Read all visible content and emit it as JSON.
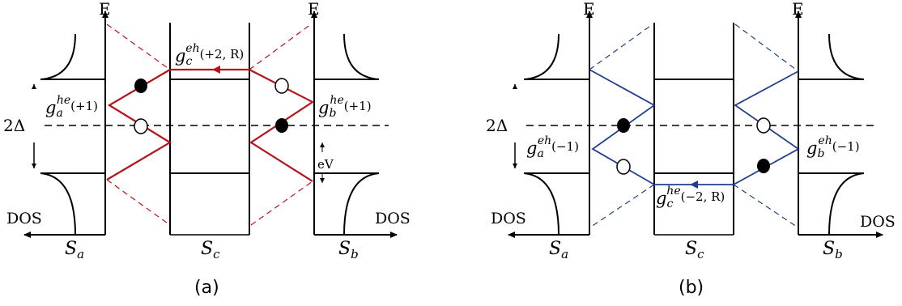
{
  "colors": {
    "red": "#b4141a",
    "blue": "#1f3f8c",
    "black": "#000000"
  },
  "a": {
    "energy_left": "E",
    "energy_right": "E",
    "dos_left": "DOS",
    "dos_right": "DOS",
    "gap": "2Δ",
    "ev": "eV",
    "sa": "S",
    "sa_sub": "a",
    "sc": "S",
    "sc_sub": "c",
    "sb": "S",
    "sb_sub": "b",
    "ga": "g",
    "ga_sub": "a",
    "ga_sup": "he",
    "ga_arg": "(+1)",
    "gb": "g",
    "gb_sub": "b",
    "gb_sup": "he",
    "gb_arg": "(+1)",
    "gc": "g",
    "gc_sub": "c",
    "gc_sup": "eh",
    "gc_arg": "(+2, R)",
    "caption": "(a)"
  },
  "b": {
    "energy_left": "E",
    "energy_right": "E",
    "dos_left": "DOS",
    "dos_right": "DOS",
    "gap": "2Δ",
    "sa": "S",
    "sa_sub": "a",
    "sc": "S",
    "sc_sub": "c",
    "sb": "S",
    "sb_sub": "b",
    "ga": "g",
    "ga_sub": "a",
    "ga_sup": "eh",
    "ga_arg": "(−1)",
    "gb": "g",
    "gb_sub": "b",
    "gb_sup": "eh",
    "gb_arg": "(−1)",
    "gc": "g",
    "gc_sub": "c",
    "gc_sup": "he",
    "gc_arg": "(−2, R)",
    "caption": "(b)"
  }
}
